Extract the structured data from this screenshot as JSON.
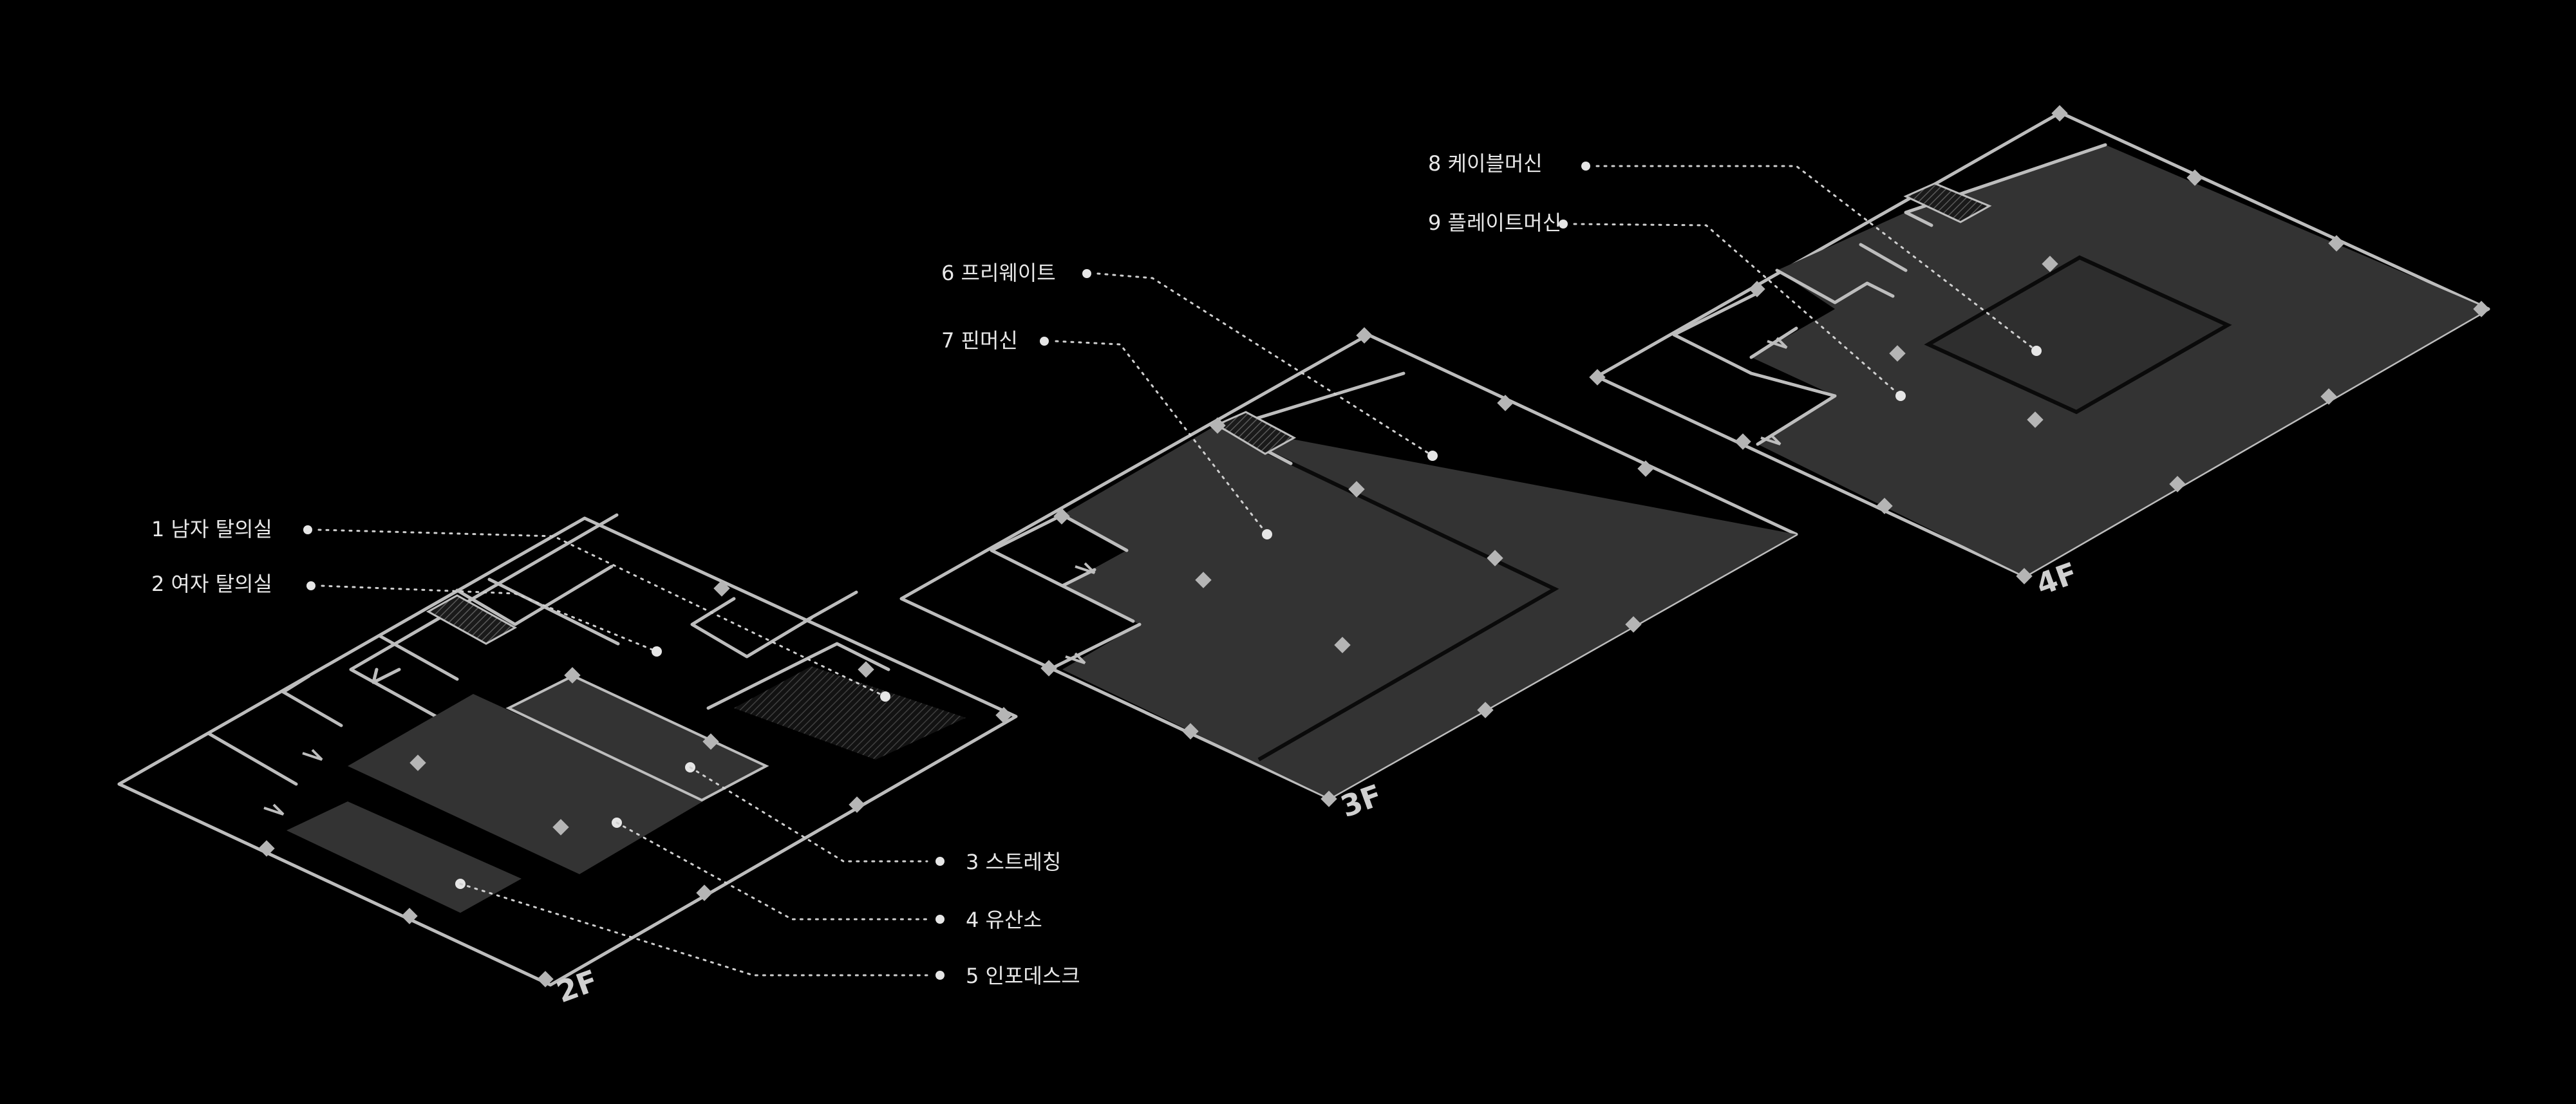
{
  "floors": [
    {
      "id": "2f",
      "tag": "2F"
    },
    {
      "id": "3f",
      "tag": "3F"
    },
    {
      "id": "4f",
      "tag": "4F"
    }
  ],
  "labels": [
    {
      "id": "1",
      "text": "1 남자 탈의실"
    },
    {
      "id": "2",
      "text": "2 여자 탈의실"
    },
    {
      "id": "3",
      "text": "3 스트레칭"
    },
    {
      "id": "4",
      "text": "4 유산소"
    },
    {
      "id": "5",
      "text": "5 인포데스크"
    },
    {
      "id": "6",
      "text": "6 프리웨이트"
    },
    {
      "id": "7",
      "text": "7 핀머신"
    },
    {
      "id": "8",
      "text": "8 케이블머신"
    },
    {
      "id": "9",
      "text": "9 플레이트머신"
    }
  ]
}
